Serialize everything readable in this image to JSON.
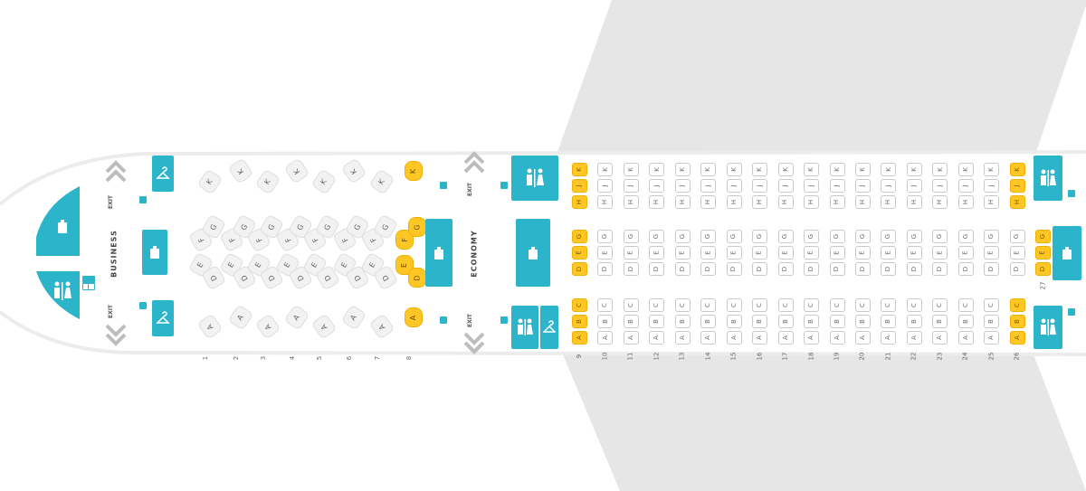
{
  "cabin": {
    "business_label": "BUSINESS",
    "economy_label": "ECONOMY",
    "exit_label": "EXIT"
  },
  "colors": {
    "amenity": "#2cb4cb",
    "highlight_seat": "#ffc726",
    "wing": "#e6e6e6",
    "fuselage_outline": "#ececec"
  },
  "business": {
    "rows": [
      "1",
      "2",
      "3",
      "4",
      "5",
      "6",
      "7",
      "8"
    ],
    "seat_letters": {
      "top": "K",
      "mid_upper": [
        "F",
        "G"
      ],
      "mid_lower": [
        "E",
        "D"
      ],
      "bottom": "A"
    },
    "highlight_row": "8"
  },
  "economy": {
    "rows": [
      "9",
      "10",
      "11",
      "12",
      "13",
      "14",
      "15",
      "16",
      "17",
      "18",
      "19",
      "20",
      "21",
      "22",
      "23",
      "24",
      "25",
      "26"
    ],
    "extra_row": "27",
    "letters_top": [
      "K",
      "J",
      "H"
    ],
    "letters_mid": [
      "G",
      "E",
      "D"
    ],
    "letters_bottom": [
      "C",
      "B",
      "A"
    ],
    "highlight_rows": [
      "9",
      "26"
    ],
    "highlight_mid_rows": [
      "9",
      "27"
    ]
  },
  "icons": [
    "lavatory-icon",
    "galley-icon",
    "closet-icon",
    "exit-chevron-icon"
  ]
}
